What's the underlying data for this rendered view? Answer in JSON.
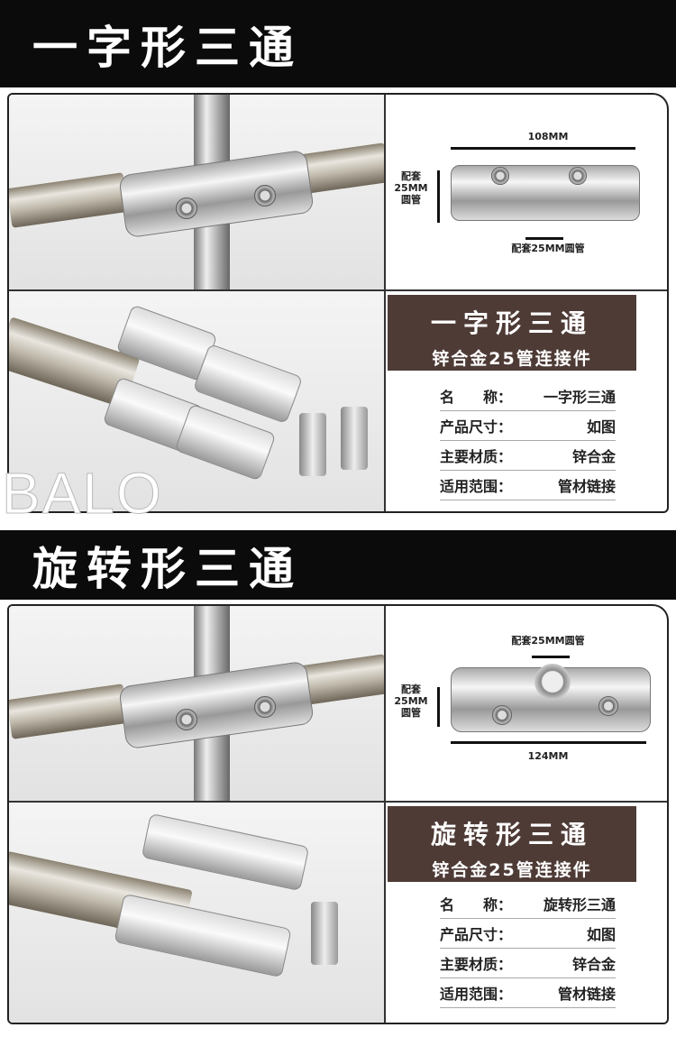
{
  "sections": [
    {
      "header": "一字形三通",
      "dim_length": "108MM",
      "dim_side": "配套\n25MM\n圆管",
      "dim_hole": "配套25MM圆管",
      "banner_title": "一字形三通",
      "banner_sub": "锌合金25管连接件",
      "specs": [
        {
          "label": "名　　称：",
          "value": "一字形三通"
        },
        {
          "label": "产品尺寸：",
          "value": "如图"
        },
        {
          "label": "主要材质：",
          "value": "锌合金"
        },
        {
          "label": "适用范围：",
          "value": "管材链接"
        }
      ]
    },
    {
      "header": "旋转形三通",
      "dim_length": "124MM",
      "dim_side": "配套\n25MM\n圆管",
      "dim_hole": "配套25MM圆管",
      "banner_title": "旋转形三通",
      "banner_sub": "锌合金25管连接件",
      "specs": [
        {
          "label": "名　　称：",
          "value": "旋转形三通"
        },
        {
          "label": "产品尺寸：",
          "value": "如图"
        },
        {
          "label": "主要材质：",
          "value": "锌合金"
        },
        {
          "label": "适用范围：",
          "value": "管材链接"
        }
      ]
    }
  ],
  "watermark": "BALO"
}
